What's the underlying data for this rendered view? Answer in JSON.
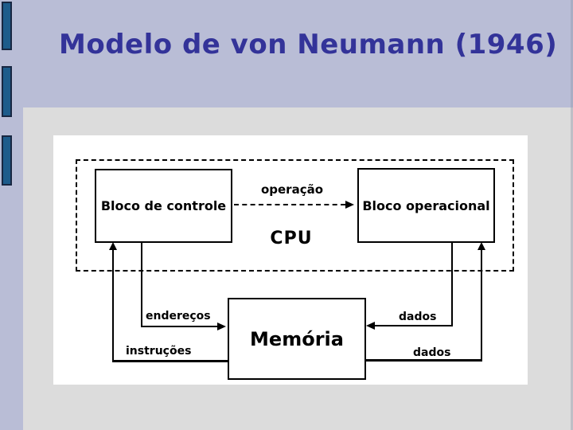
{
  "slide": {
    "title": "Modelo de von Neumann (1946)"
  },
  "diagram": {
    "cpu_container_label": "CPU",
    "control_block": "Bloco de controle",
    "operational_block": "Bloco operacional",
    "memory_block": "Memória",
    "connections": {
      "operation": "operação",
      "addresses": "endereços",
      "instructions": "instruções",
      "data_read": "dados",
      "data_write": "dados"
    }
  },
  "colors": {
    "slide_background": "#b9bdd6",
    "content_background": "#dcdcdc",
    "title_text": "#333399",
    "accent_bar": "#1d5c8b",
    "accent_bar_border": "#182742",
    "diagram_background": "#ffffff",
    "diagram_ink": "#000000"
  }
}
